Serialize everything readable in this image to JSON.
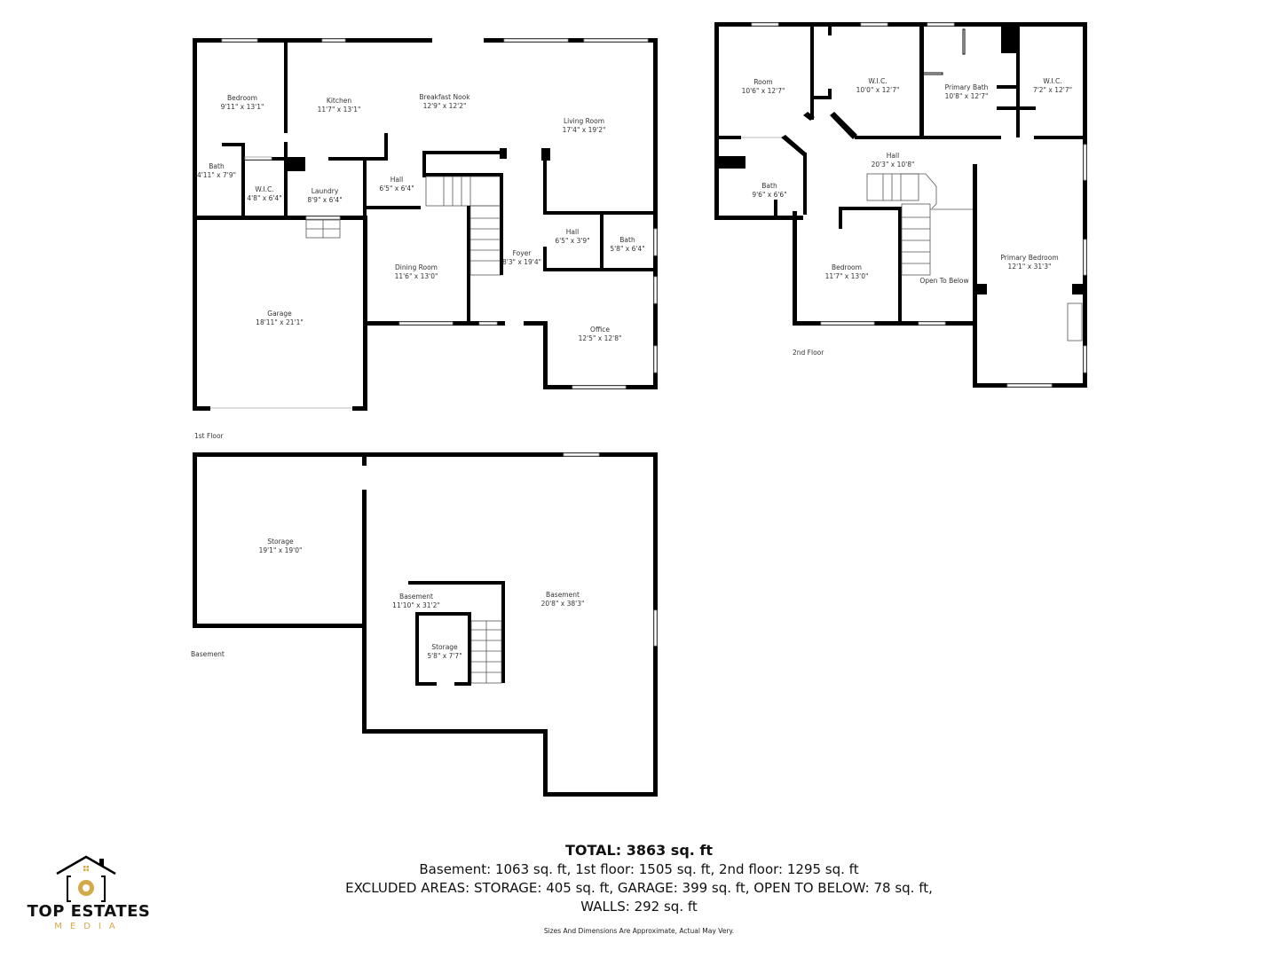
{
  "floors": {
    "first": {
      "label": "1st Floor",
      "rooms": [
        {
          "name": "Bedroom",
          "dims": "9'11\" x 13'1\""
        },
        {
          "name": "Kitchen",
          "dims": "11'7\" x 13'1\""
        },
        {
          "name": "Breakfast Nook",
          "dims": "12'9\" x 12'2\""
        },
        {
          "name": "Living Room",
          "dims": "17'4\" x 19'2\""
        },
        {
          "name": "Bath",
          "dims": "4'11\" x 7'9\""
        },
        {
          "name": "W.I.C.",
          "dims": "4'8\" x 6'4\""
        },
        {
          "name": "Laundry",
          "dims": "8'9\" x 6'4\""
        },
        {
          "name": "Hall",
          "dims": "6'5\" x 6'4\""
        },
        {
          "name": "Hall",
          "dims": "6'5\" x 3'9\""
        },
        {
          "name": "Bath",
          "dims": "5'8\" x 6'4\""
        },
        {
          "name": "Foyer",
          "dims": "8'3\" x 19'4\""
        },
        {
          "name": "Dining Room",
          "dims": "11'6\" x 13'0\""
        },
        {
          "name": "Garage",
          "dims": "18'11\" x 21'1\""
        },
        {
          "name": "Office",
          "dims": "12'5\" x 12'8\""
        }
      ]
    },
    "second": {
      "label": "2nd Floor",
      "rooms": [
        {
          "name": "Room",
          "dims": "10'6\" x 12'7\""
        },
        {
          "name": "W.I.C.",
          "dims": "10'0\" x 12'7\""
        },
        {
          "name": "Primary Bath",
          "dims": "10'8\" x 12'7\""
        },
        {
          "name": "W.I.C.",
          "dims": "7'2\" x 12'7\""
        },
        {
          "name": "Hall",
          "dims": "20'3\" x 10'8\""
        },
        {
          "name": "Bath",
          "dims": "9'6\" x 6'6\""
        },
        {
          "name": "Bedroom",
          "dims": "11'7\" x 13'0\""
        },
        {
          "name": "Primary Bedroom",
          "dims": "12'1\" x 31'3\""
        },
        {
          "name": "Open To Below",
          "dims": ""
        }
      ]
    },
    "basement": {
      "label": "Basement",
      "rooms": [
        {
          "name": "Storage",
          "dims": "19'1\" x 19'0\""
        },
        {
          "name": "Basement",
          "dims": "11'10\" x 31'2\""
        },
        {
          "name": "Basement",
          "dims": "20'8\" x 38'3\""
        },
        {
          "name": "Storage",
          "dims": "5'8\" x 7'7\""
        }
      ]
    }
  },
  "summary": {
    "total": "TOTAL: 3863 sq. ft",
    "breakdown": "Basement: 1063 sq. ft, 1st floor: 1505 sq. ft, 2nd floor: 1295 sq. ft",
    "excluded": "EXCLUDED AREAS: STORAGE: 405 sq. ft, GARAGE: 399 sq. ft, OPEN TO BELOW: 78 sq. ft,",
    "walls": "WALLS: 292 sq. ft",
    "disclaimer": "Sizes And Dimensions Are Approximate, Actual May Very."
  },
  "logo": {
    "brand": "TOP ESTATES",
    "sub": "MEDIA",
    "accent_color": "#d4a94a"
  }
}
